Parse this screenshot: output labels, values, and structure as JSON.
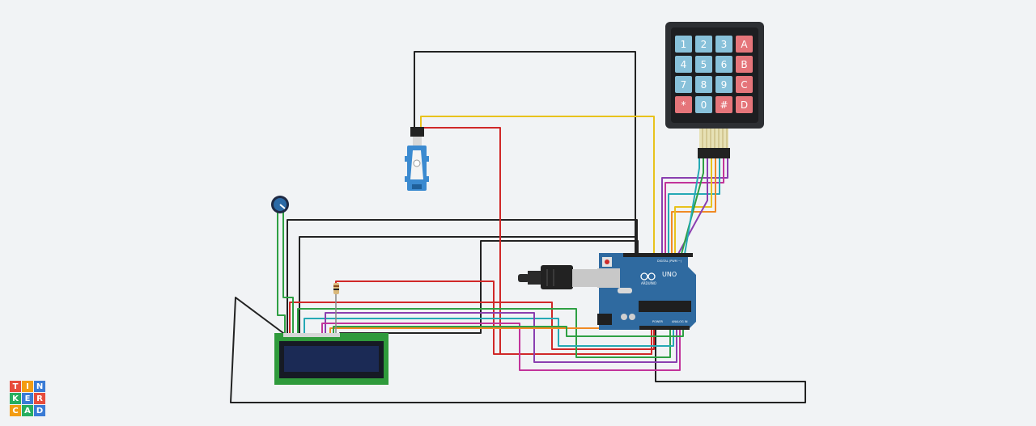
{
  "app": {
    "name": "Tinkercad",
    "logo_letters": [
      "T",
      "I",
      "N",
      "K",
      "E",
      "R",
      "C",
      "A",
      "D"
    ]
  },
  "keypad": {
    "keys": [
      "1",
      "2",
      "3",
      "A",
      "4",
      "5",
      "6",
      "B",
      "7",
      "8",
      "9",
      "C",
      "*",
      "0",
      "#",
      "D"
    ]
  },
  "arduino": {
    "model": "UNO",
    "brand": "ARDUINO",
    "header_label": "DIGITAL (PWM ~)",
    "power_label": "POWER",
    "analog_label": "ANALOG IN"
  },
  "colors": {
    "board": "#2f6aa0",
    "keypad_body": "#2d2f33",
    "key_blue": "#88c1da",
    "key_red": "#e5757a",
    "servo": "#3b8ad0",
    "lcd_screen": "#1b2a55",
    "lcd_pcb": "#2f9a3b",
    "potentiometer": "#2c6aa6"
  }
}
